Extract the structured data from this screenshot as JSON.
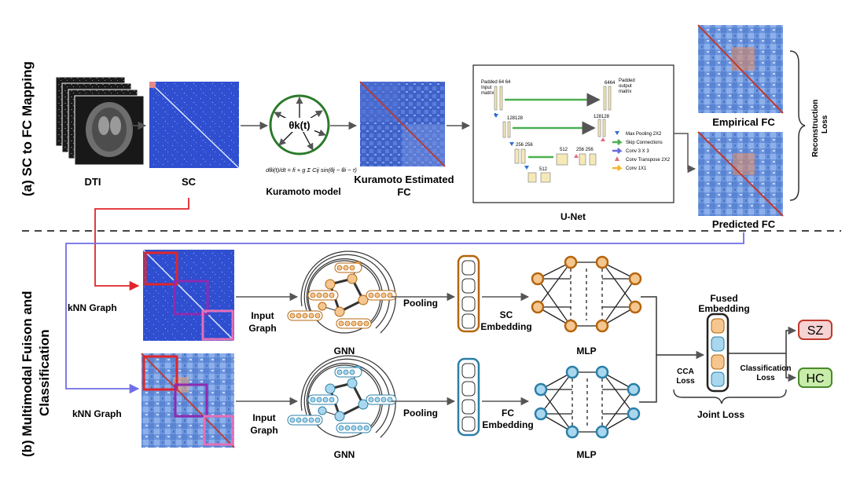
{
  "sections": {
    "a_title": "(a) SC to FC Mapping",
    "b_title_line1": "(b) Multimodal Fuison and",
    "b_title_line2": "Classification"
  },
  "top": {
    "dti_label": "DTI",
    "sc_label": "SC",
    "kuramoto_symbol": "θk(t)",
    "kuramoto_formula": "dθi(t)/dt = fi + g Σ Cij sin(θj − θi − τ)",
    "kuramoto_model_label": "Kuramoto model",
    "kuramoto_fc_line1": "Kuramoto Estimated",
    "kuramoto_fc_line2": "FC",
    "unet_label": "U-Net",
    "unet": {
      "padded_input_line1": "Padded 64 64",
      "padded_input_line2": "Input",
      "padded_input_line3": "matrix",
      "padded_output_num": "6464",
      "padded_output_line1": "Padded",
      "padded_output_line2": "output",
      "padded_output_line3": "matrix",
      "l2_left": "128128",
      "l2_right": "128128",
      "l3_left": "256 256",
      "l3_right": "256 256",
      "l4_left": "512",
      "l4_bottom": "512",
      "legend": [
        {
          "label": "Max Pooling 2X2",
          "color": "#2f6fd6"
        },
        {
          "label": "Skip Connections",
          "color": "#4caf50"
        },
        {
          "label": "Conv 3 X 3",
          "color": "#6a6adf"
        },
        {
          "label": "Conv Transpose 2X2",
          "color": "#e06d7a"
        },
        {
          "label": "Conv 1X1",
          "color": "#f2b632"
        }
      ]
    },
    "empirical_fc_label": "Empirical FC",
    "predicted_fc_label": "Predicted FC",
    "recon_loss_line1": "Reconstruction",
    "recon_loss_line2": "Loss"
  },
  "bottom": {
    "knn_sc": "kNN Graph",
    "knn_fc": "kNN Graph",
    "input_graph_sc_1": "Input",
    "input_graph_sc_2": "Graph",
    "input_graph_fc_1": "Input",
    "input_graph_fc_2": "Graph",
    "gnn_sc": "GNN",
    "gnn_fc": "GNN",
    "pooling_sc": "Pooling",
    "pooling_fc": "Pooling",
    "sc_embedding_1": "SC",
    "sc_embedding_2": "Embedding",
    "fc_embedding_1": "FC",
    "fc_embedding_2": "Embedding",
    "mlp_sc": "MLP",
    "mlp_fc": "MLP",
    "fused_1": "Fused",
    "fused_2": "Embedding",
    "cca_1": "CCA",
    "cca_2": "Loss",
    "cls_1": "Classification",
    "cls_2": "Loss",
    "joint_loss": "Joint Loss",
    "out_sz": "SZ",
    "out_hc": "HC"
  },
  "colors": {
    "sc_orange": "#f5c68f",
    "sc_orange_stroke": "#b5650d",
    "fc_blue": "#a9d7ee",
    "fc_blue_stroke": "#2b7fa8",
    "red_line": "#e0262a",
    "purple_line": "#6f6ee8",
    "sz_fill": "#f7d3d3",
    "sz_stroke": "#c0392b",
    "hc_fill": "#c8ecaa",
    "hc_stroke": "#4a8a2a"
  }
}
